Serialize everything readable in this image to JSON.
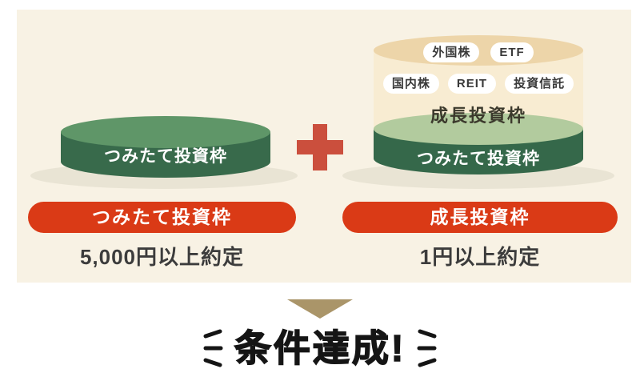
{
  "diagram": {
    "left_cylinder": {
      "label": "つみたて投資枠"
    },
    "right_stack": {
      "tags_row1": [
        "外国株",
        "ETF"
      ],
      "tags_row2": [
        "国内株",
        "REIT",
        "投資信託"
      ],
      "growth_label": "成長投資枠",
      "base_label": "つみたて投資枠"
    }
  },
  "conditions": {
    "left": {
      "badge": "つみたて投資枠",
      "requirement": "5,000円以上約定"
    },
    "right": {
      "badge": "成長投資枠",
      "requirement": "1円以上約定"
    }
  },
  "result": {
    "text": "条件達成!"
  },
  "colors": {
    "panel_bg": "#f8f2e4",
    "green_dark": "#386a4b",
    "green_light": "#5f9668",
    "sage_top": "#b2cb9e",
    "cream_side": "#f8ecd2",
    "cream_top": "#edd5a9",
    "badge_red": "#da3a16",
    "plus_red": "#cb4f3d",
    "arrow_tan": "#aa9569",
    "shadow": "#e9e4d4",
    "result_black": "#151515"
  }
}
